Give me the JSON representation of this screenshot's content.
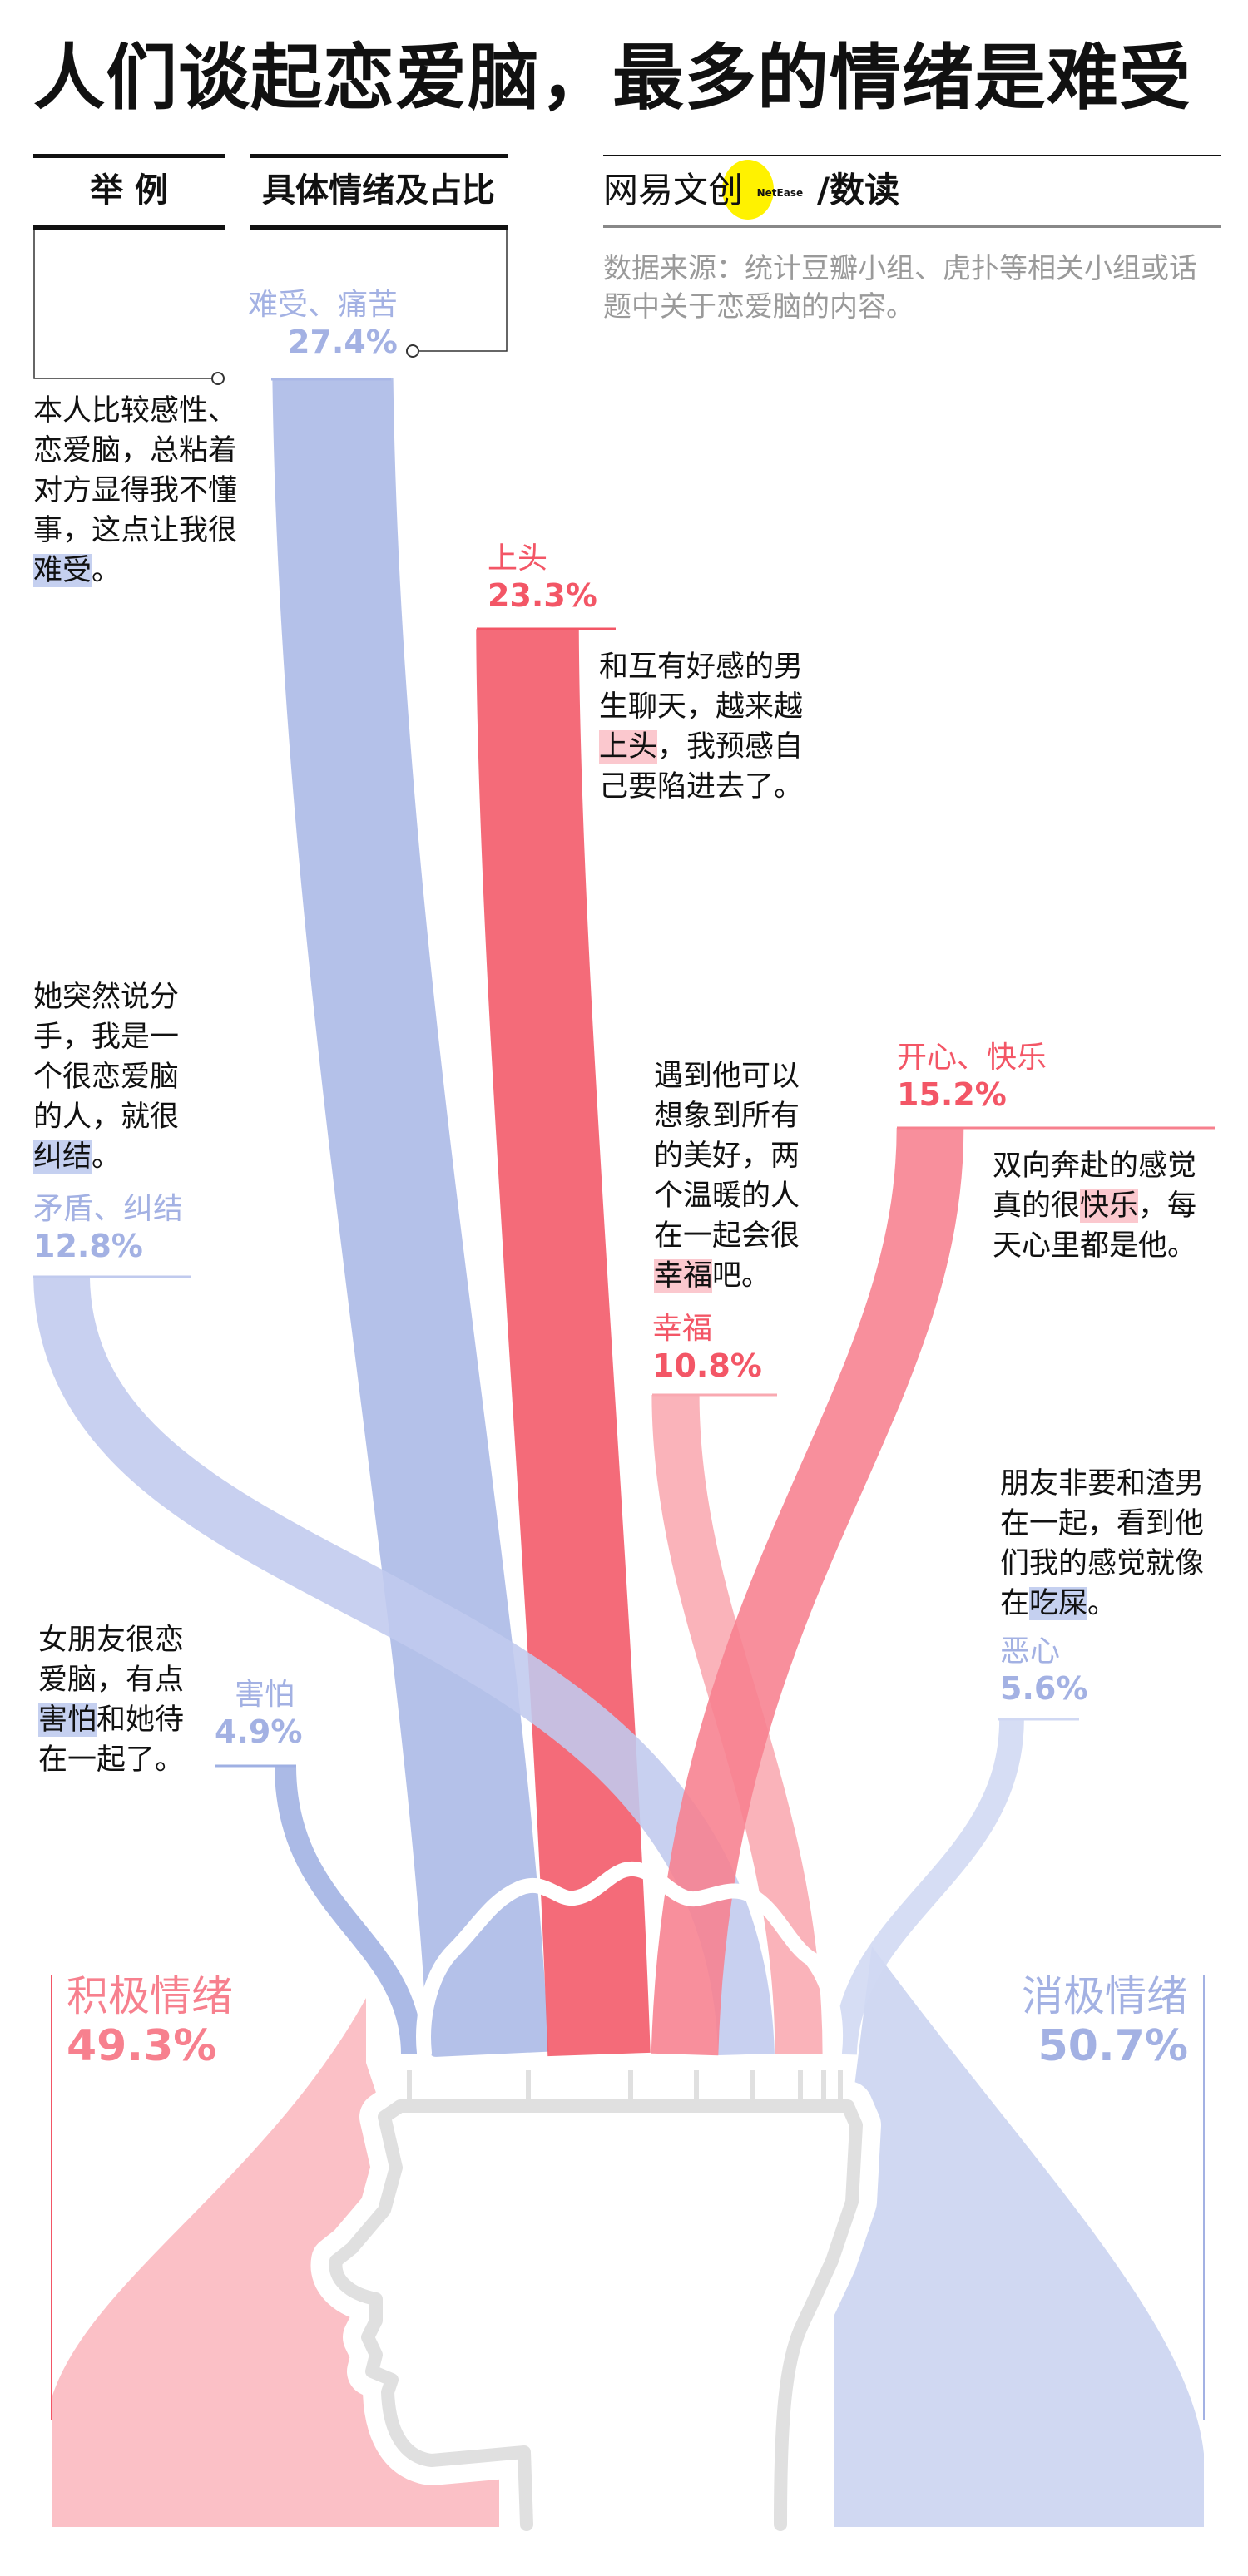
{
  "title": "人们谈起恋爱脑，最多的情绪是难受",
  "headers": {
    "example": "举 例",
    "emotion": "具体情绪及占比"
  },
  "brand": {
    "name": "网易文创",
    "badge": "NetEase",
    "sub": "/数读"
  },
  "source": "数据来源：统计豆瓣小组、虎扑等相关小组或话题中关于恋爱脑的内容。",
  "quotes": {
    "q1": {
      "lines": [
        "本人比较感性、",
        "恋爱脑，总粘着",
        "对方显得我不懂",
        "事，这点让我很"
      ],
      "hl": "难受",
      "tail": "。"
    },
    "q2": {
      "lines": [
        "她突然说分",
        "手，我是一",
        "个很恋爱脑",
        "的人，就很"
      ],
      "hl": "纠结",
      "tail": "。"
    },
    "q3": {
      "l1": "和互有好感的男",
      "l2": "生聊天，越来越",
      "hl": "上头",
      "l3tail": "，我预感自",
      "l4": "己要陷进去了。"
    },
    "q4": {
      "lines": [
        "遇到他可以",
        "想象到所有",
        "的美好，两",
        "个温暖的人",
        "在一起会很"
      ],
      "hl": "幸福",
      "tail": "吧。"
    },
    "q5": {
      "l1": "双向奔赴的感觉",
      "l2head": "真的很",
      "hl": "快乐",
      "l2tail": "，每",
      "l3": "天心里都是他。"
    },
    "q6": {
      "lines": [
        "朋友非要和渣男",
        "在一起，看到他",
        "们我的感觉就像"
      ],
      "head": "在",
      "hl": "吃屎",
      "tail": "。"
    },
    "q7": {
      "l1": "女朋友很恋",
      "l2": "爱脑，有点",
      "hl": "害怕",
      "l3tail": "和她待",
      "l4": "在一起了。"
    }
  },
  "chart_data": {
    "type": "sankey",
    "title": "人们谈起恋爱脑，最多的情绪是难受",
    "series": [
      {
        "name": "难受、痛苦",
        "value": 27.4,
        "pct": "27.4%",
        "group": "消极情绪",
        "color": "#aab8e6"
      },
      {
        "name": "上头",
        "value": 23.3,
        "pct": "23.3%",
        "group": "积极情绪",
        "color": "#f35666"
      },
      {
        "name": "开心、快乐",
        "value": 15.2,
        "pct": "15.2%",
        "group": "积极情绪",
        "color": "#f7808e"
      },
      {
        "name": "矛盾、纠结",
        "value": 12.8,
        "pct": "12.8%",
        "group": "消极情绪",
        "color": "#c0caee"
      },
      {
        "name": "幸福",
        "value": 10.8,
        "pct": "10.8%",
        "group": "积极情绪",
        "color": "#f9a9b1"
      },
      {
        "name": "害怕",
        "value": 4.9,
        "pct": "4.9%",
        "group": "消极情绪",
        "color": "#9fb0e3"
      },
      {
        "name": "恶心",
        "value": 5.6,
        "pct": "5.6%",
        "group": "消极情绪",
        "color": "#d0d8f3"
      }
    ],
    "totals": [
      {
        "name": "积极情绪",
        "value": 49.3,
        "pct": "49.3%",
        "color": "#f7808e"
      },
      {
        "name": "消极情绪",
        "value": 50.7,
        "pct": "50.7%",
        "color": "#a3b1e3"
      }
    ]
  }
}
